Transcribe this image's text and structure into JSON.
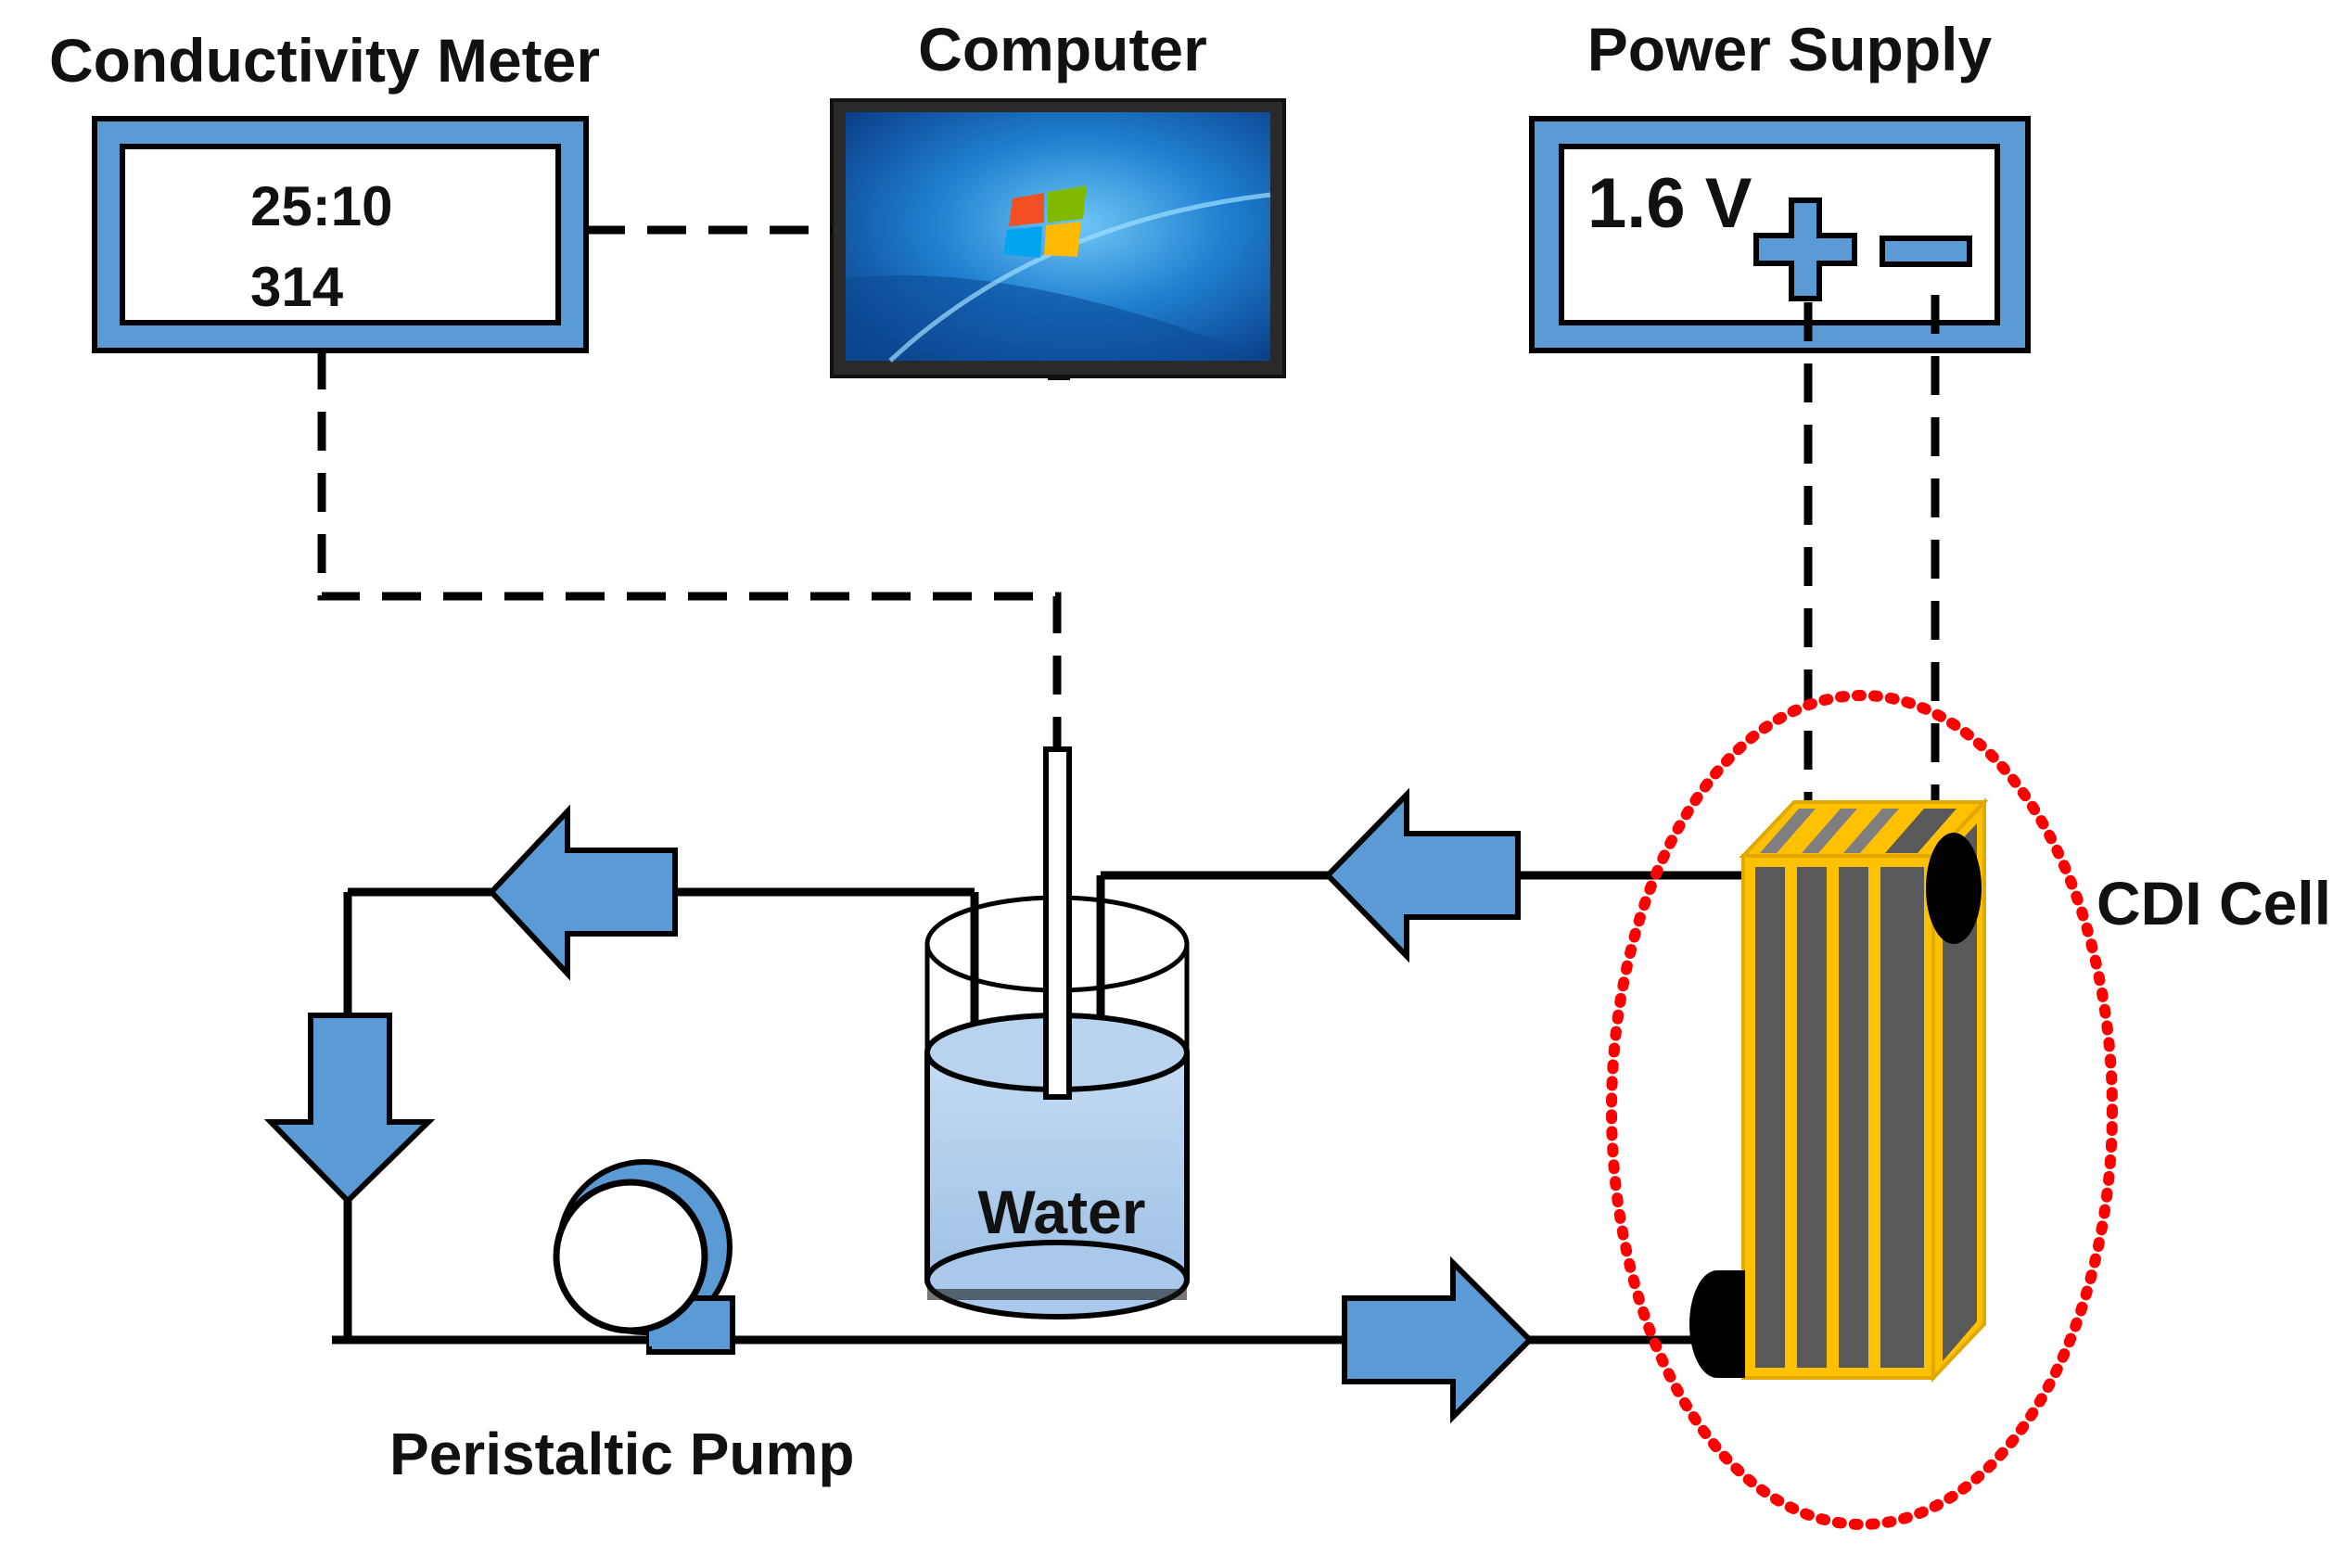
{
  "labels": {
    "conductivity_meter": "Conductivity Meter",
    "computer": "Computer",
    "power_supply": "Power Supply",
    "cdi_cell": "CDI Cell",
    "peristaltic_pump": "Peristaltic Pump",
    "water": "Water"
  },
  "meter_display": {
    "time": "25:10",
    "reading": "314"
  },
  "power_display": {
    "voltage": "1.6 V",
    "positive": "+",
    "negative": "−"
  },
  "colors": {
    "device_blue": "#5b9bd5",
    "water_blue": "#a9c8ea",
    "cell_frame_orange": "#ffc000",
    "cell_plate_gray": "#595959",
    "highlight_red": "#ff0000"
  }
}
